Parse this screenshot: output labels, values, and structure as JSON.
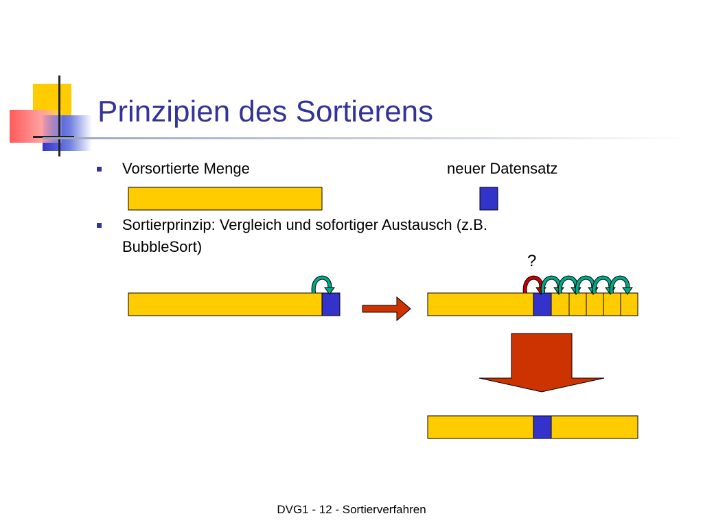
{
  "slide": {
    "title": "Prinzipien des Sortierens",
    "footer": "DVG1 - 12 - Sortierverfahren"
  },
  "bullets": [
    {
      "text": "Vorsortierte Menge"
    },
    {
      "text_line1": "Sortierprinzip: Vergleich und sofortiger Austausch (z.B.",
      "text_line2": "BubbleSort)"
    }
  ],
  "labels": {
    "new_record": "neuer Datensatz",
    "question": "?"
  },
  "colors": {
    "title": "#333399",
    "sorted_set": "#ffcc00",
    "new_record": "#3333cc",
    "arrow": "#cc3300",
    "compare_arrow": "#00aa88",
    "question_arrow": "#cc0000"
  }
}
